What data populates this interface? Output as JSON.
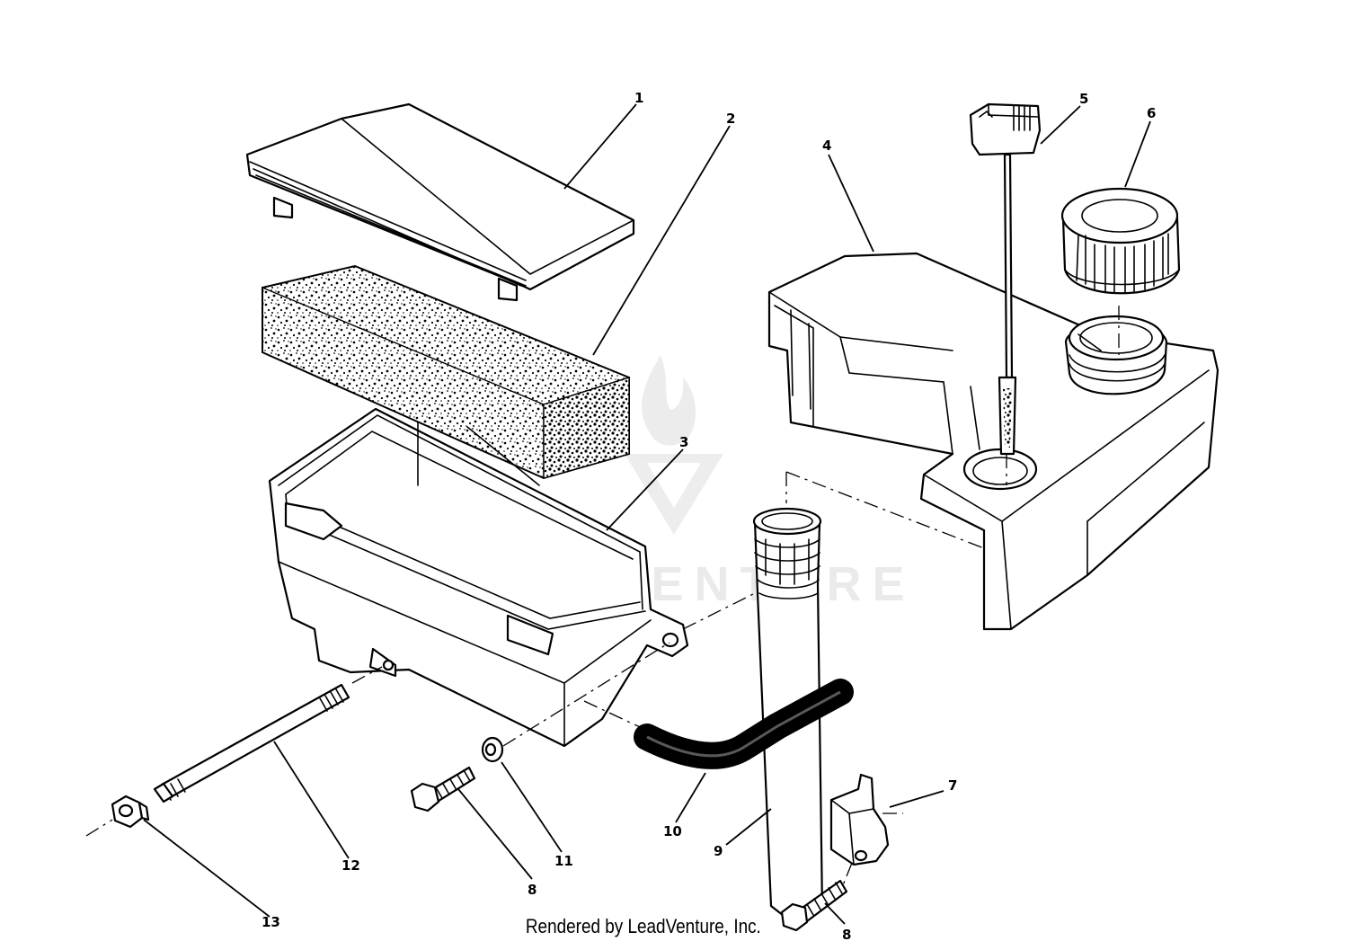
{
  "callouts": {
    "c1": "1",
    "c2": "2",
    "c3": "3",
    "c4": "4",
    "c5": "5",
    "c6": "6",
    "c7": "7",
    "c8a": "8",
    "c8b": "8",
    "c9": "9",
    "c10": "10",
    "c11": "11",
    "c12": "12",
    "c13": "13"
  },
  "watermark": {
    "text": "LEADVENTURE"
  },
  "footer": {
    "credit": "Rendered by LeadVenture, Inc."
  }
}
